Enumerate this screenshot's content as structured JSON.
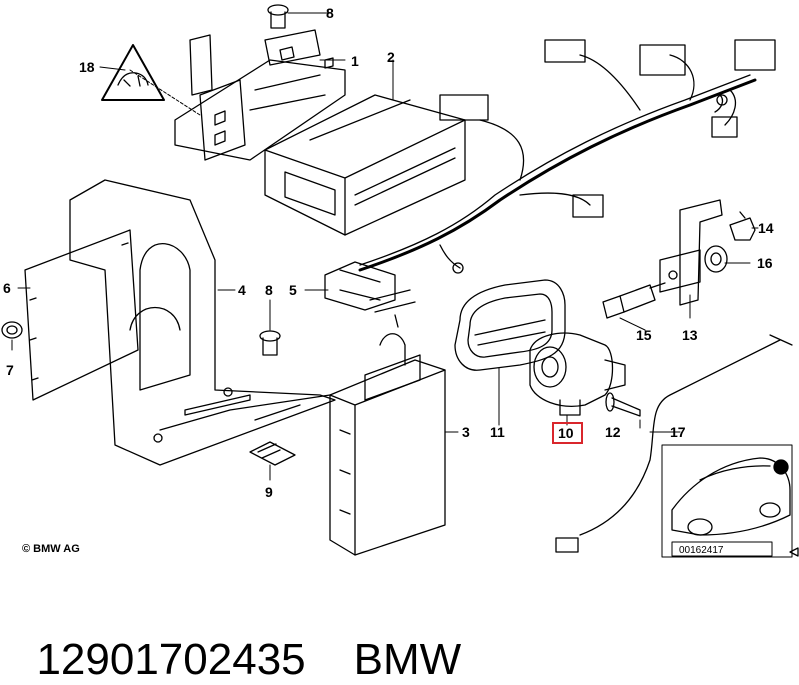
{
  "labels": {
    "l1": "1",
    "l2": "2",
    "l3": "3",
    "l4": "4",
    "l5": "5",
    "l6": "6",
    "l7": "7",
    "l8a": "8",
    "l8b": "8",
    "l9": "9",
    "l10": "10",
    "l11": "11",
    "l12": "12",
    "l13": "13",
    "l14": "14",
    "l15": "15",
    "l16": "16",
    "l17": "17",
    "l18": "18"
  },
  "highlight_color": "#d9262c",
  "copyright": "© BMW AG",
  "inset_ref": "00162417",
  "footer": {
    "part_number": "12901702435",
    "brand": "BMW"
  }
}
